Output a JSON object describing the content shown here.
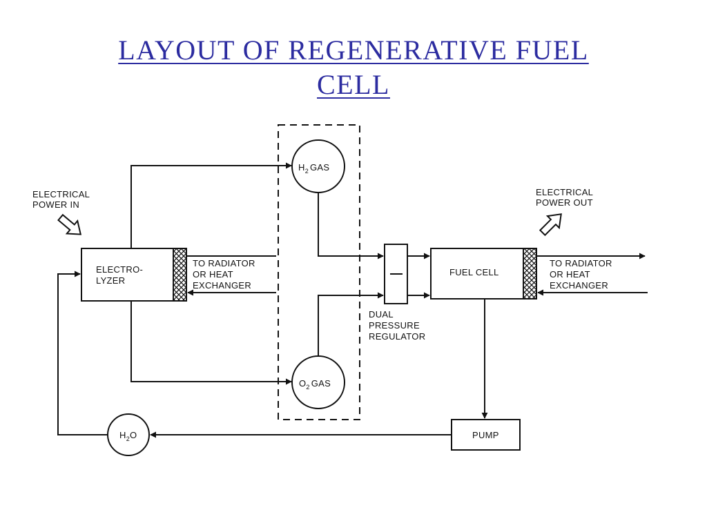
{
  "title": {
    "line1": "LAYOUT OF REGENERATIVE FUEL",
    "line2": "CELL"
  },
  "colors": {
    "title": "#2c2ca0",
    "stroke": "#111111"
  },
  "diagram": {
    "electrical_power_in": {
      "line1": "ELECTRICAL",
      "line2": "POWER IN"
    },
    "electrical_power_out": {
      "line1": "ELECTRICAL",
      "line2": "POWER OUT"
    },
    "electrolyzer": {
      "line1": "ELECTRO-",
      "line2": "LYZER"
    },
    "radiator_left": {
      "line1": "TO RADIATOR",
      "line2": "OR HEAT",
      "line3": "EXCHANGER"
    },
    "radiator_right": {
      "line1": "TO RADIATOR",
      "line2": "OR HEAT",
      "line3": "EXCHANGER"
    },
    "h2_gas": {
      "prefix": "H",
      "sub": "2",
      "suffix": "GAS"
    },
    "o2_gas": {
      "prefix": "O",
      "sub": "2",
      "suffix": "GAS"
    },
    "h2o": {
      "prefix": "H",
      "sub": "2",
      "suffix": "O"
    },
    "regulator": {
      "line1": "DUAL",
      "line2": "PRESSURE",
      "line3": "REGULATOR"
    },
    "fuel_cell": "FUEL CELL",
    "pump": "PUMP"
  }
}
